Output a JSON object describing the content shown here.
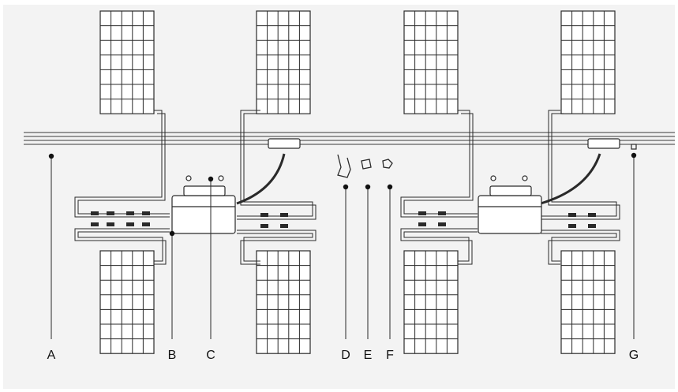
{
  "diagram": {
    "callouts": [
      {
        "id": "A",
        "label": "A"
      },
      {
        "id": "B",
        "label": "B"
      },
      {
        "id": "C",
        "label": "C"
      },
      {
        "id": "D",
        "label": "D"
      },
      {
        "id": "E",
        "label": "E"
      },
      {
        "id": "F",
        "label": "F"
      },
      {
        "id": "G",
        "label": "G"
      }
    ],
    "colors": {
      "background": "#f3f3f3",
      "line": "#2a2a2a",
      "panel_fill": "#ffffff"
    }
  }
}
